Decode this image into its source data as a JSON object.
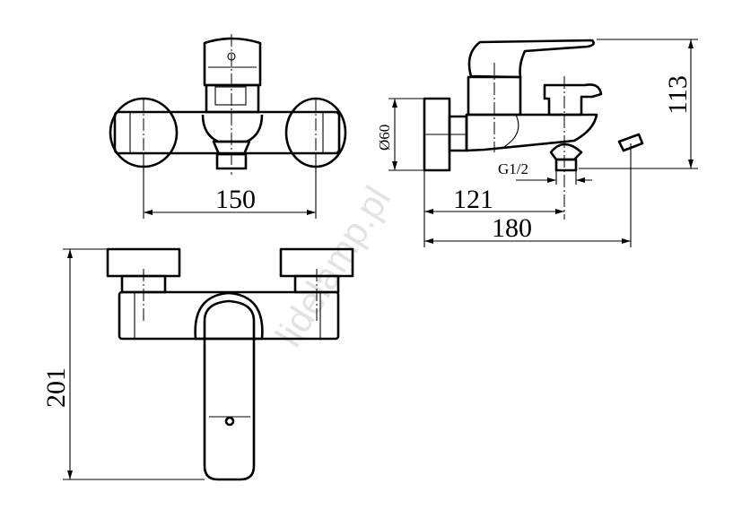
{
  "drawing": {
    "front_view": {
      "width_label": "150"
    },
    "side_view": {
      "flange_diameter_label": "Ø60",
      "height_label": "113",
      "thread_label": "G1/2",
      "outlet_offset_label": "121",
      "depth_label": "180"
    },
    "top_view": {
      "length_label": "201"
    },
    "watermark": "lidelamp.pl"
  }
}
